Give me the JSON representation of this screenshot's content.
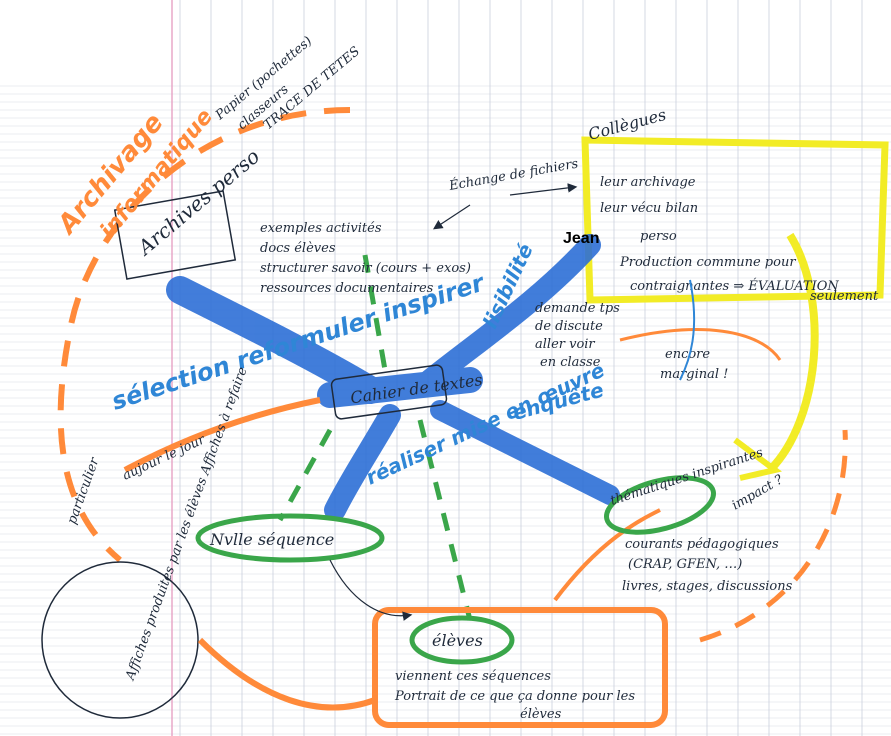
{
  "centre": "Cahier de textes",
  "archives_title": "Archives perso",
  "archives_top_notes": [
    "Papier (pochettes)",
    "classeurs",
    "TRACE DE TETES"
  ],
  "archives_orange": [
    "Archivage",
    "informatique"
  ],
  "archives_items": [
    "exemples activités",
    "docs élèves",
    "structurer savoir (cours + exos)",
    "ressources documentaires"
  ],
  "collegues_title": "Collègues",
  "collegues_items": [
    "leur archivage",
    "leur vécu bilan",
    "perso",
    "Production commune pour",
    "contraignantes ⇒ ÉVALUATION",
    "seulement"
  ],
  "jean_label": "Jean",
  "echange_small": "Échange de fichiers",
  "demande_notes": [
    "demande tps",
    "de discute",
    "aller voir",
    "en classe"
  ],
  "encore_note": [
    "encore",
    "marginal !"
  ],
  "blue_labels": {
    "selection": "sélection reformuler inspirer",
    "lisibilite": "lisibilité",
    "enquete": "enquête",
    "realiser": "réaliser mise en œuvre"
  },
  "aujour_note": "aujour le jour",
  "particulier_note": "particulier",
  "nv_sequence": "Nvlle séquence",
  "thematiques_title": "thématiques inspirantes",
  "impact_note": "impact ?",
  "thematiques_items": [
    "courants pédagogiques",
    "(CRAP, GFEN, …)",
    "livres, stages, discussions"
  ],
  "eleves": "élèves",
  "eleves_items": [
    "viennent ces séquences",
    "Portrait de ce que ça donne pour les",
    "élèves"
  ],
  "affiches_note": "Affiches produites par les élèves Affiches à refaire"
}
